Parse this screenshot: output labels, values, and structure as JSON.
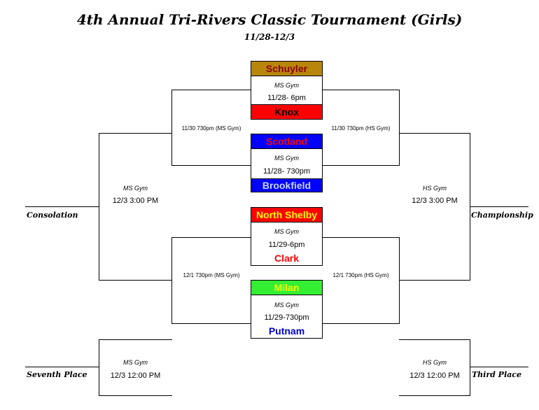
{
  "header": {
    "title": "4th Annual Tri-Rivers Classic Tournament (Girls)",
    "dates": "11/28-12/3"
  },
  "games": {
    "g1": {
      "team_top": "Schuyler",
      "venue": "MS Gym",
      "time": "11/28- 6pm",
      "team_bottom": "Knox"
    },
    "g2": {
      "team_top": "Scotland",
      "venue": "MS Gym",
      "time": "11/28- 730pm",
      "team_bottom": "Brookfield"
    },
    "g3": {
      "team_top": "North Shelby",
      "venue": "MS Gym",
      "time": "11/29-6pm",
      "team_bottom": "Clark"
    },
    "g4": {
      "team_top": "Milan",
      "venue": "MS Gym",
      "time": "11/29-730pm",
      "team_bottom": "Putnam"
    }
  },
  "second_round": {
    "left_upper": "11/30 730pm (MS Gym)",
    "right_upper": "11/30 730pm (HS Gym)",
    "left_lower": "12/1 730pm (MS Gym)",
    "right_lower": "12/1 730pm (HS Gym)"
  },
  "finals": {
    "consolation": {
      "label": "Consolation",
      "venue": "MS Gym",
      "time": "12/3 3:00 PM"
    },
    "championship": {
      "label": "Championship",
      "venue": "HS Gym",
      "time": "12/3 3:00 PM"
    },
    "seventh": {
      "label": "Seventh Place",
      "venue": "MS Gym",
      "time": "12/3 12:00 PM"
    },
    "third": {
      "label": "Third Place",
      "venue": "HS Gym",
      "time": "12/3 12:00 PM"
    }
  },
  "colors": {
    "gold": "#b8860b",
    "red": "#ff0000",
    "blue": "#0000ff",
    "green": "#33ee33",
    "dark_red": "#8b0000",
    "yellow": "#ffff00",
    "light_blue": "#c8d8ff",
    "navy": "#0000cc"
  }
}
